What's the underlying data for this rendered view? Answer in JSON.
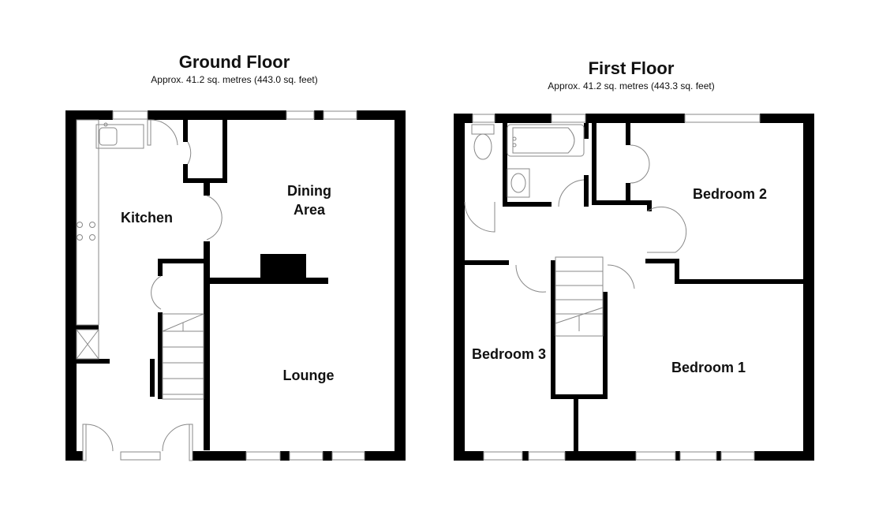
{
  "ground_floor": {
    "title": "Ground Floor",
    "area": "Approx. 41.2 sq. metres (443.0 sq. feet)",
    "rooms": {
      "kitchen": "Kitchen",
      "dining_line1": "Dining",
      "dining_line2": "Area",
      "lounge": "Lounge"
    }
  },
  "first_floor": {
    "title": "First Floor",
    "area": "Approx. 41.2 sq. metres (443.3 sq. feet)",
    "rooms": {
      "bedroom1": "Bedroom 1",
      "bedroom2": "Bedroom 2",
      "bedroom3": "Bedroom 3"
    }
  },
  "colors": {
    "wall": "#000000",
    "fixture": "#888888",
    "background": "#ffffff"
  }
}
